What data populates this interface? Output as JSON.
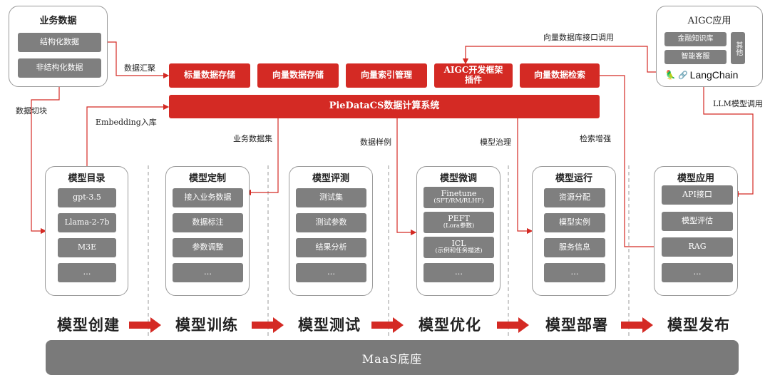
{
  "business": {
    "title": "业务数据",
    "structured": "结构化数据",
    "unstructured": "非结构化数据"
  },
  "aigc_app": {
    "title": "AIGC应用",
    "finance_kb": "金融知识库",
    "smart_service": "智能客服",
    "others": "其他",
    "langchain": "LangChain"
  },
  "top_boxes": [
    "标量数据存储",
    "向量数据存储",
    "向量索引管理",
    "AIGC开发框架插件",
    "向量数据检索"
  ],
  "system": "PieDataCS数据计算系统",
  "flow_labels": {
    "data_aggregation": "数据汇聚",
    "data_chunking": "数据切块",
    "embedding_in": "Embedding入库",
    "vector_api_call": "向量数据库接口调用",
    "llm_call": "LLM模型调用",
    "business_dataset": "业务数据集",
    "data_samples": "数据样例",
    "model_governance": "模型治理",
    "retrieval_augment": "检索增强"
  },
  "modules": [
    {
      "title": "模型目录",
      "items": [
        {
          "label": "gpt-3.5"
        },
        {
          "label": "Llama-2-7b"
        },
        {
          "label": "M3E"
        },
        {
          "label": "…"
        }
      ]
    },
    {
      "title": "模型定制",
      "items": [
        {
          "label": "接入业务数据"
        },
        {
          "label": "数据标注"
        },
        {
          "label": "参数调整"
        },
        {
          "label": "…"
        }
      ]
    },
    {
      "title": "模型评测",
      "items": [
        {
          "label": "测试集"
        },
        {
          "label": "测试参数"
        },
        {
          "label": "结果分析"
        },
        {
          "label": "…"
        }
      ]
    },
    {
      "title": "模型微调",
      "items": [
        {
          "label": "Finetune",
          "sub": "(SFT/RM/RLHF)"
        },
        {
          "label": "PEFT",
          "sub": "(Lora参数)"
        },
        {
          "label": "ICL",
          "sub": "(示例和任务描述)"
        },
        {
          "label": "…"
        }
      ]
    },
    {
      "title": "模型运行",
      "items": [
        {
          "label": "资源分配"
        },
        {
          "label": "模型实例"
        },
        {
          "label": "服务信息"
        },
        {
          "label": "…"
        }
      ]
    },
    {
      "title": "模型应用",
      "items": [
        {
          "label": "API接口"
        },
        {
          "label": "模型评估"
        },
        {
          "label": "RAG"
        },
        {
          "label": "…"
        }
      ]
    }
  ],
  "stages": [
    "模型创建",
    "模型训练",
    "模型测试",
    "模型优化",
    "模型部署",
    "模型发布"
  ],
  "base": "MaaS底座",
  "colors": {
    "accent": "#d42a24",
    "gray": "#7f7f7f",
    "base": "#7a7a7a"
  }
}
